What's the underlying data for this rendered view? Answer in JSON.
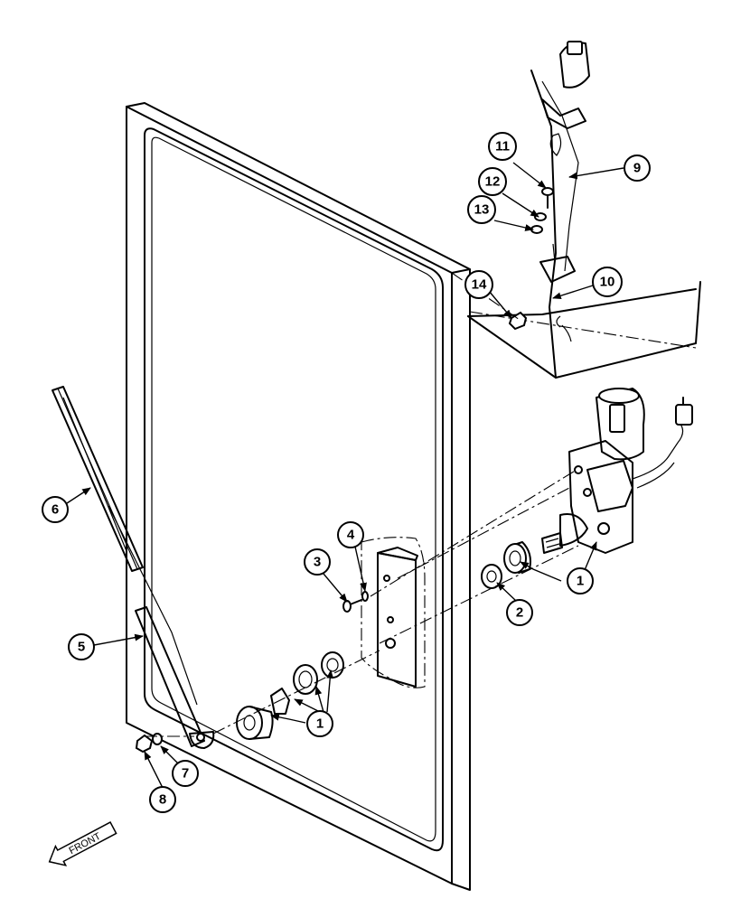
{
  "callouts": [
    {
      "id": "c1a",
      "label": "1"
    },
    {
      "id": "c1b",
      "label": "1"
    },
    {
      "id": "c2",
      "label": "2"
    },
    {
      "id": "c3",
      "label": "3"
    },
    {
      "id": "c4",
      "label": "4"
    },
    {
      "id": "c5",
      "label": "5"
    },
    {
      "id": "c6",
      "label": "6"
    },
    {
      "id": "c7",
      "label": "7"
    },
    {
      "id": "c8",
      "label": "8"
    },
    {
      "id": "c9",
      "label": "9"
    },
    {
      "id": "c10",
      "label": "10"
    },
    {
      "id": "c11",
      "label": "11"
    },
    {
      "id": "c12",
      "label": "12"
    },
    {
      "id": "c13",
      "label": "13"
    },
    {
      "id": "c14",
      "label": "14"
    }
  ],
  "front_arrow": {
    "label": "FRONT"
  }
}
